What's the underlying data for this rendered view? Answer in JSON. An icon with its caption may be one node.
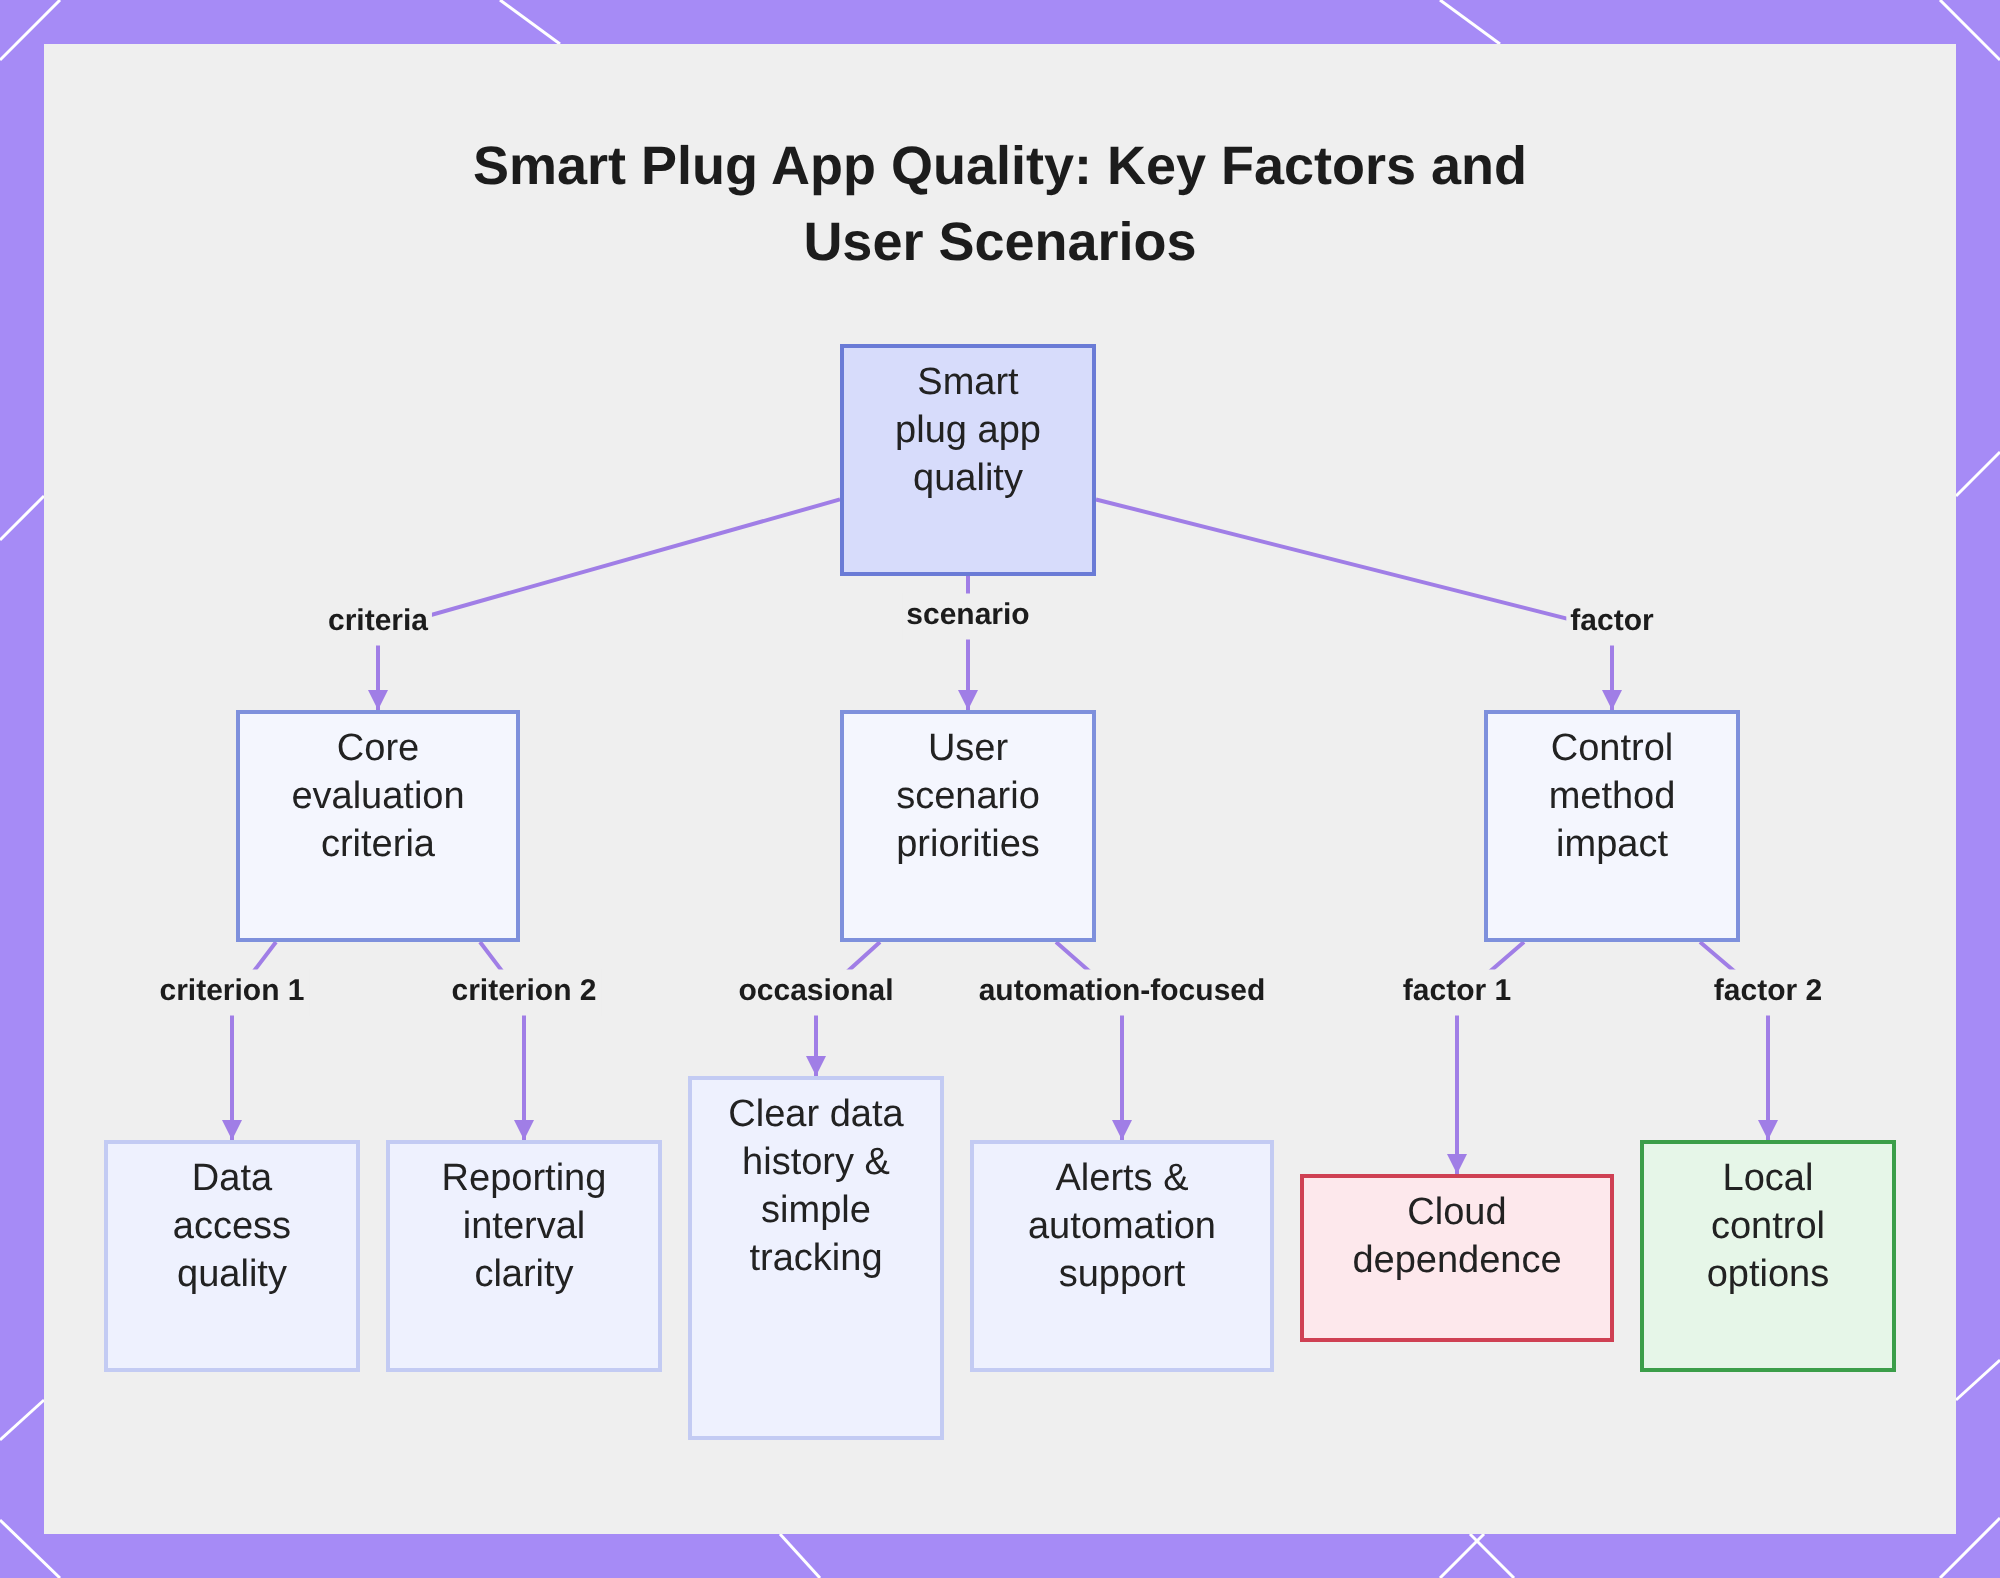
{
  "diagram": {
    "title": "Smart Plug App Quality: Key Factors and User Scenarios",
    "nodes": [
      {
        "text": [
          "Smart plug app quality"
        ]
      },
      {
        "text": [
          "Core evaluation criteria"
        ]
      },
      {
        "text": [
          "User scenario priorities"
        ]
      },
      {
        "text": [
          "Control method impact"
        ]
      },
      {
        "text": [
          "Data access quality"
        ]
      },
      {
        "text": [
          "Reporting interval clarity"
        ]
      },
      {
        "text": [
          "Clear data history & simple tracking"
        ]
      },
      {
        "text": [
          "Alerts & automation support"
        ]
      },
      {
        "text": [
          "Cloud dependence"
        ]
      },
      {
        "text": [
          "Local control options"
        ]
      }
    ],
    "edges": [
      {
        "from": 0,
        "to": 1,
        "arrow": "to",
        "label": "criteria"
      },
      {
        "from": 0,
        "to": 2,
        "arrow": "to",
        "label": "scenario"
      },
      {
        "from": 0,
        "to": 3,
        "arrow": "to",
        "label": "factor"
      },
      {
        "from": 1,
        "to": 4,
        "arrow": "to",
        "label": "criterion 1"
      },
      {
        "from": 1,
        "to": 5,
        "arrow": "to",
        "label": "criterion 2"
      },
      {
        "from": 2,
        "to": 6,
        "arrow": "to",
        "label": "occasional"
      },
      {
        "from": 2,
        "to": 7,
        "arrow": "to",
        "label": "automation-focused"
      },
      {
        "from": 3,
        "to": 8,
        "arrow": "to",
        "label": "factor 1"
      },
      {
        "from": 3,
        "to": 9,
        "arrow": "to",
        "label": "factor 2"
      }
    ]
  }
}
